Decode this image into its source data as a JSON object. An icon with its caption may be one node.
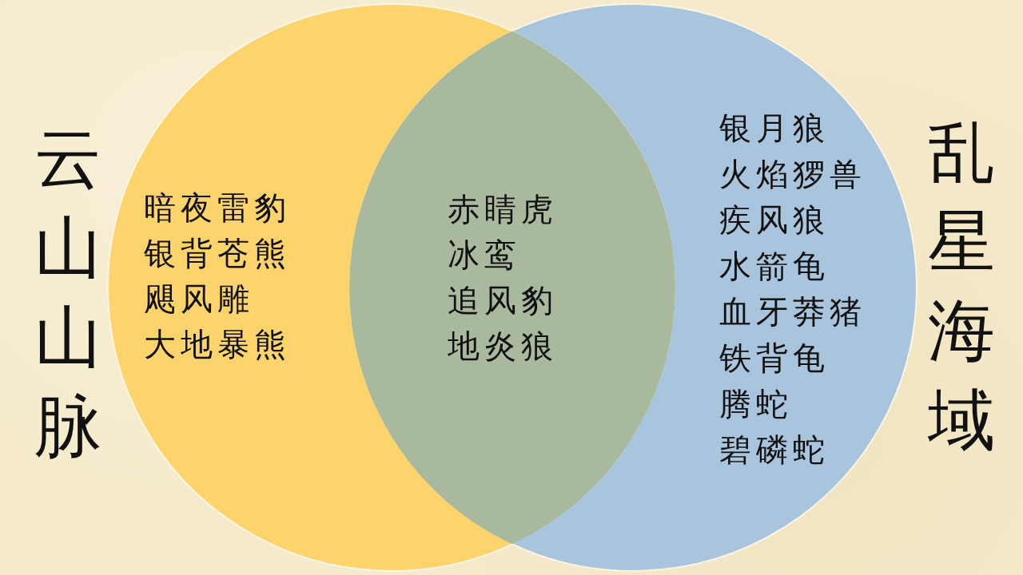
{
  "diagram": {
    "nodes": [
      {
        "text": [
          "云山山脉",
          "暗夜雷豹",
          "银背苍熊",
          "飓风雕",
          "大地暴熊"
        ]
      },
      {
        "text": [
          "赤睛虎",
          "冰鸾",
          "追风豹",
          "地炎狼"
        ]
      },
      {
        "text": [
          "银月狼",
          "火焰猡兽",
          "疾风狼",
          "水箭龟",
          "血牙莽猪",
          "铁背龟",
          "腾蛇",
          "碧磷蛇",
          "乱星海域"
        ]
      }
    ]
  }
}
